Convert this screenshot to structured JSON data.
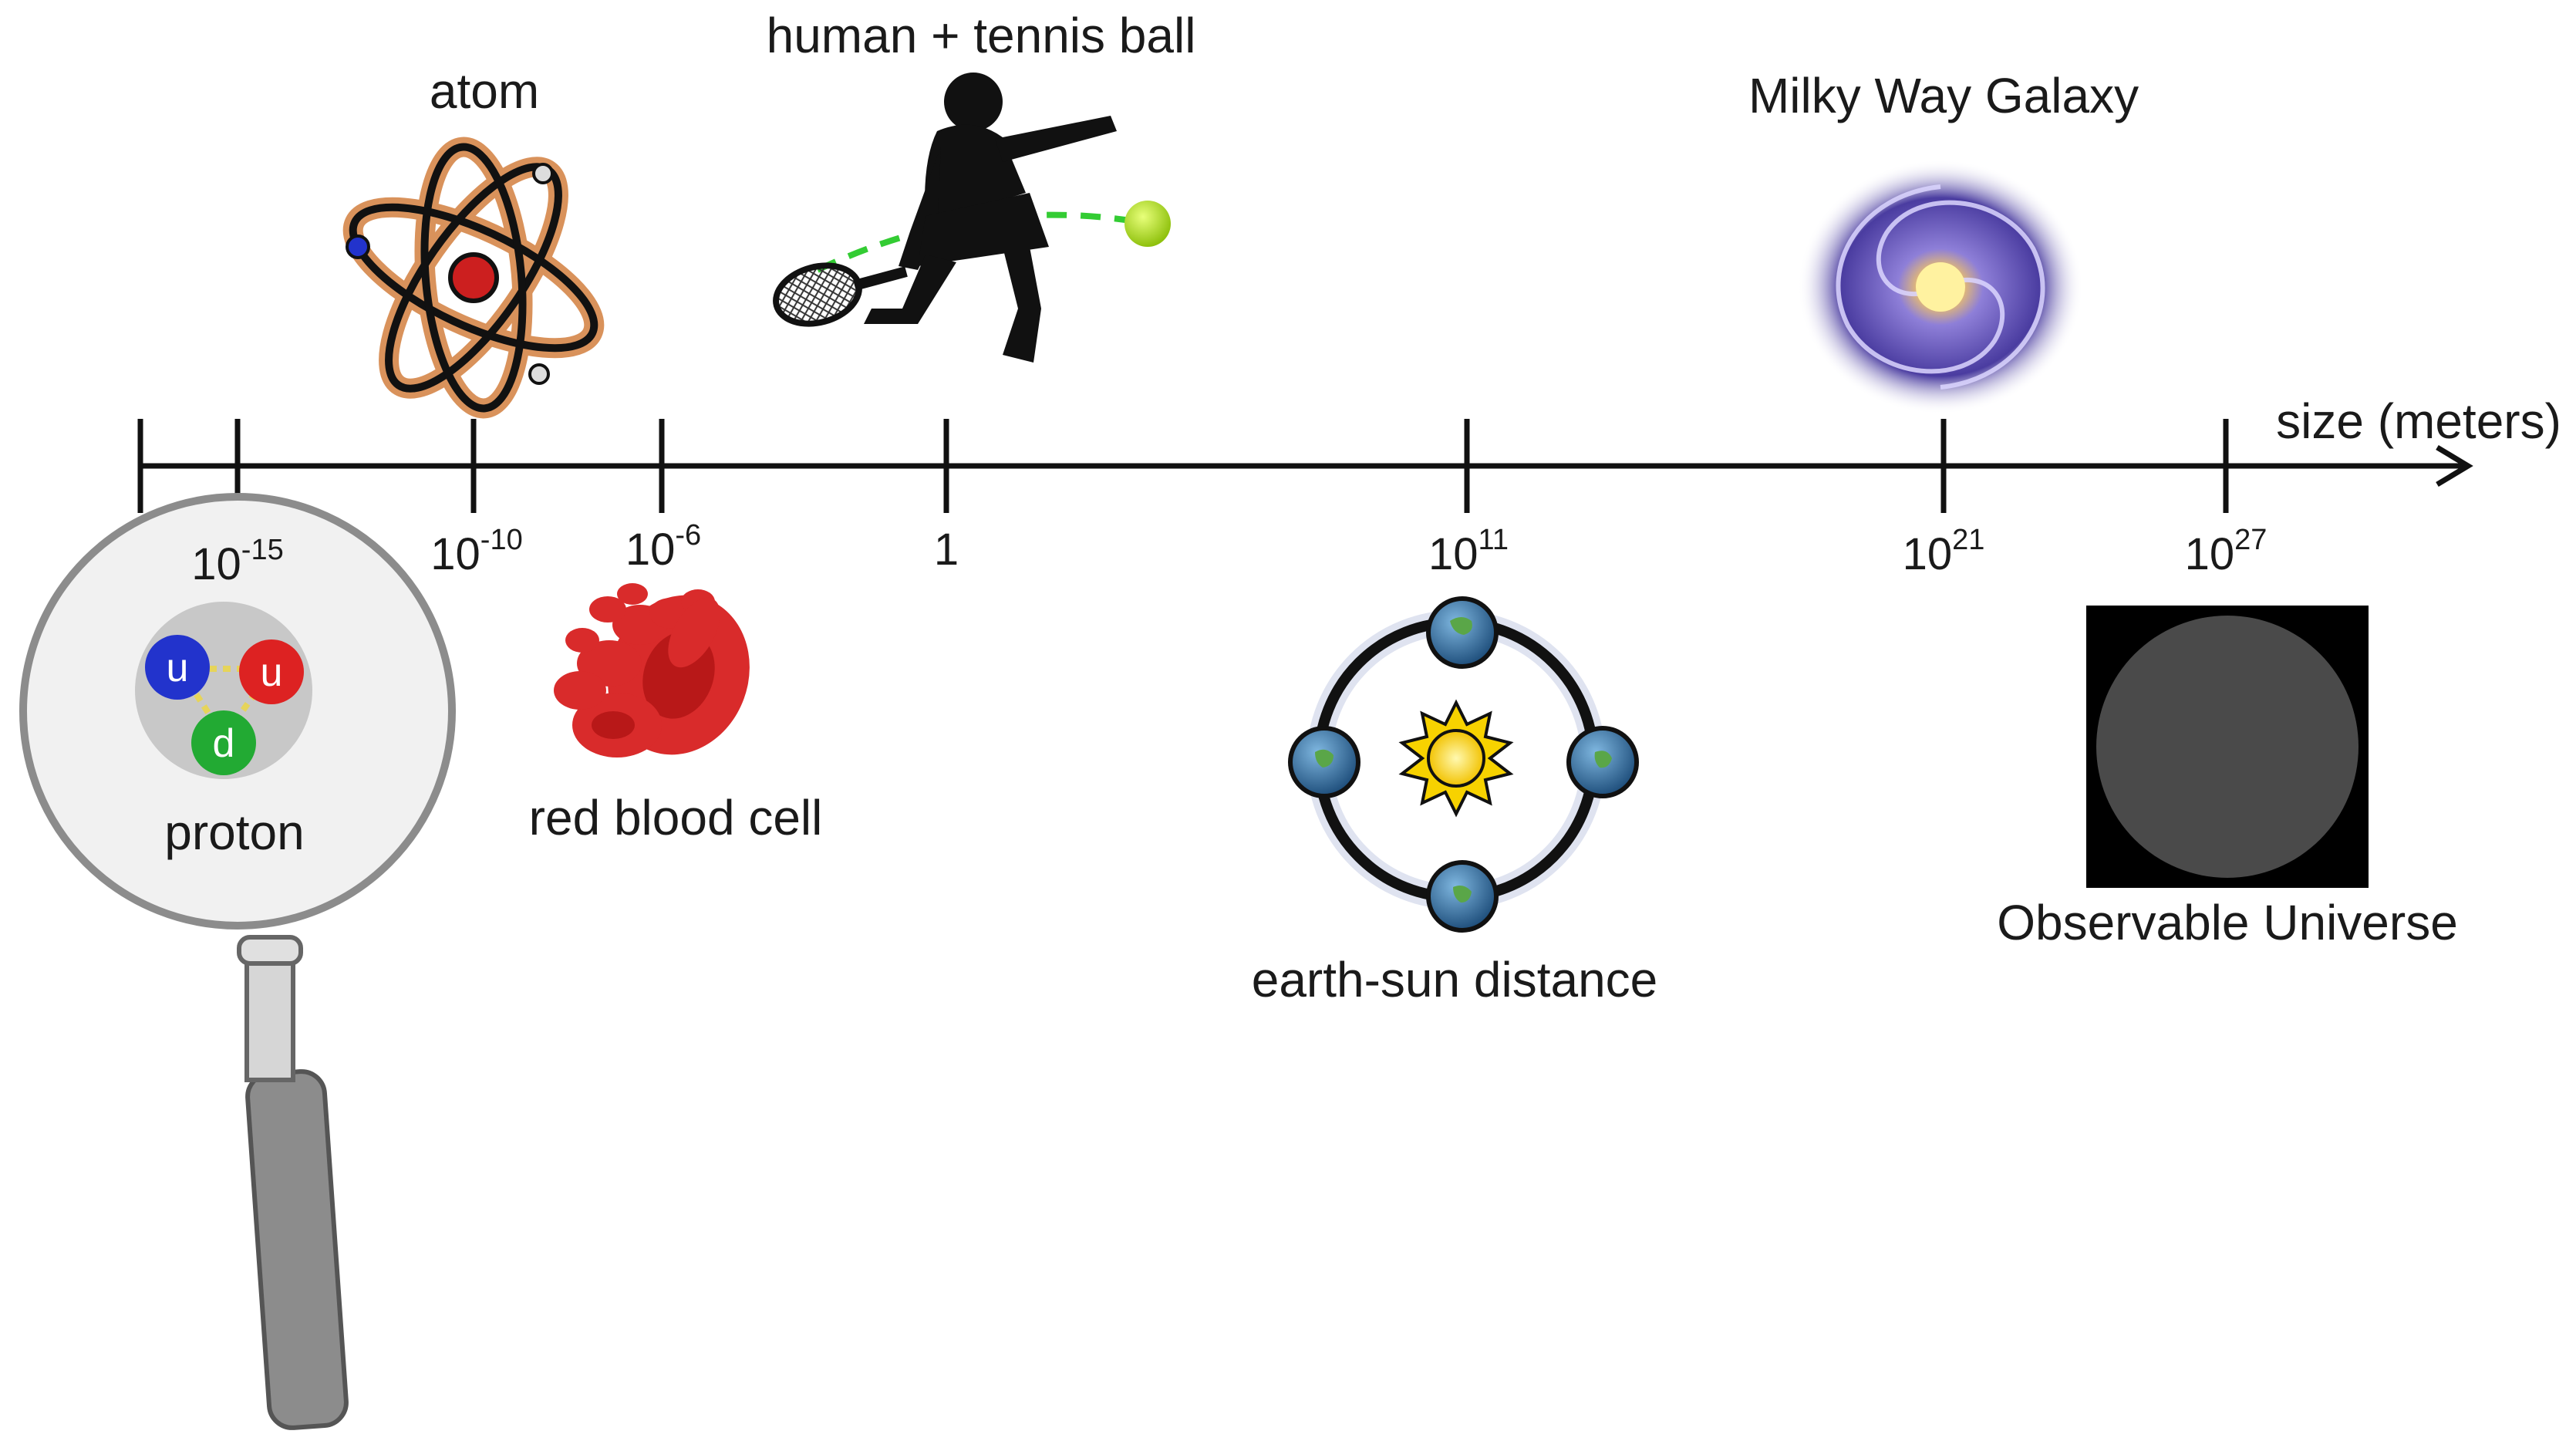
{
  "axis": {
    "label": "size (meters)"
  },
  "ticks": [
    {
      "base": "",
      "exp": ""
    },
    {
      "base": "10",
      "exp": "-15"
    },
    {
      "base": "10",
      "exp": "-10"
    },
    {
      "base": "10",
      "exp": "-6"
    },
    {
      "base": "1",
      "exp": ""
    },
    {
      "base": "10",
      "exp": "11"
    },
    {
      "base": "10",
      "exp": "21"
    },
    {
      "base": "10",
      "exp": "27"
    }
  ],
  "objects": {
    "atom": "atom",
    "human": "human + tennis ball",
    "galaxy": "Milky Way Galaxy",
    "proton": "proton",
    "blood": "red blood cell",
    "earth_sun": "earth-sun distance",
    "universe": "Observable Universe"
  },
  "quarks": {
    "up": "u",
    "down": "d"
  },
  "colors": {
    "axis": "#111111",
    "atom_orbit": "#d9925b",
    "proton_up": "#2233cc",
    "proton_red": "#dd2222",
    "proton_green": "#22aa33",
    "blood": "#d92b2b",
    "galaxy": "#4a3ca0",
    "tennis_ball": "#aee014",
    "magnifier": "#8c8c8c",
    "universe_bg": "#000000",
    "universe_disc": "#4a4a4a"
  },
  "icons": [
    "atom-icon",
    "tennis-player-icon",
    "galaxy-icon",
    "magnifier-icon",
    "proton-icon",
    "red-blood-cell-icon",
    "solar-orbit-icon",
    "universe-icon"
  ]
}
